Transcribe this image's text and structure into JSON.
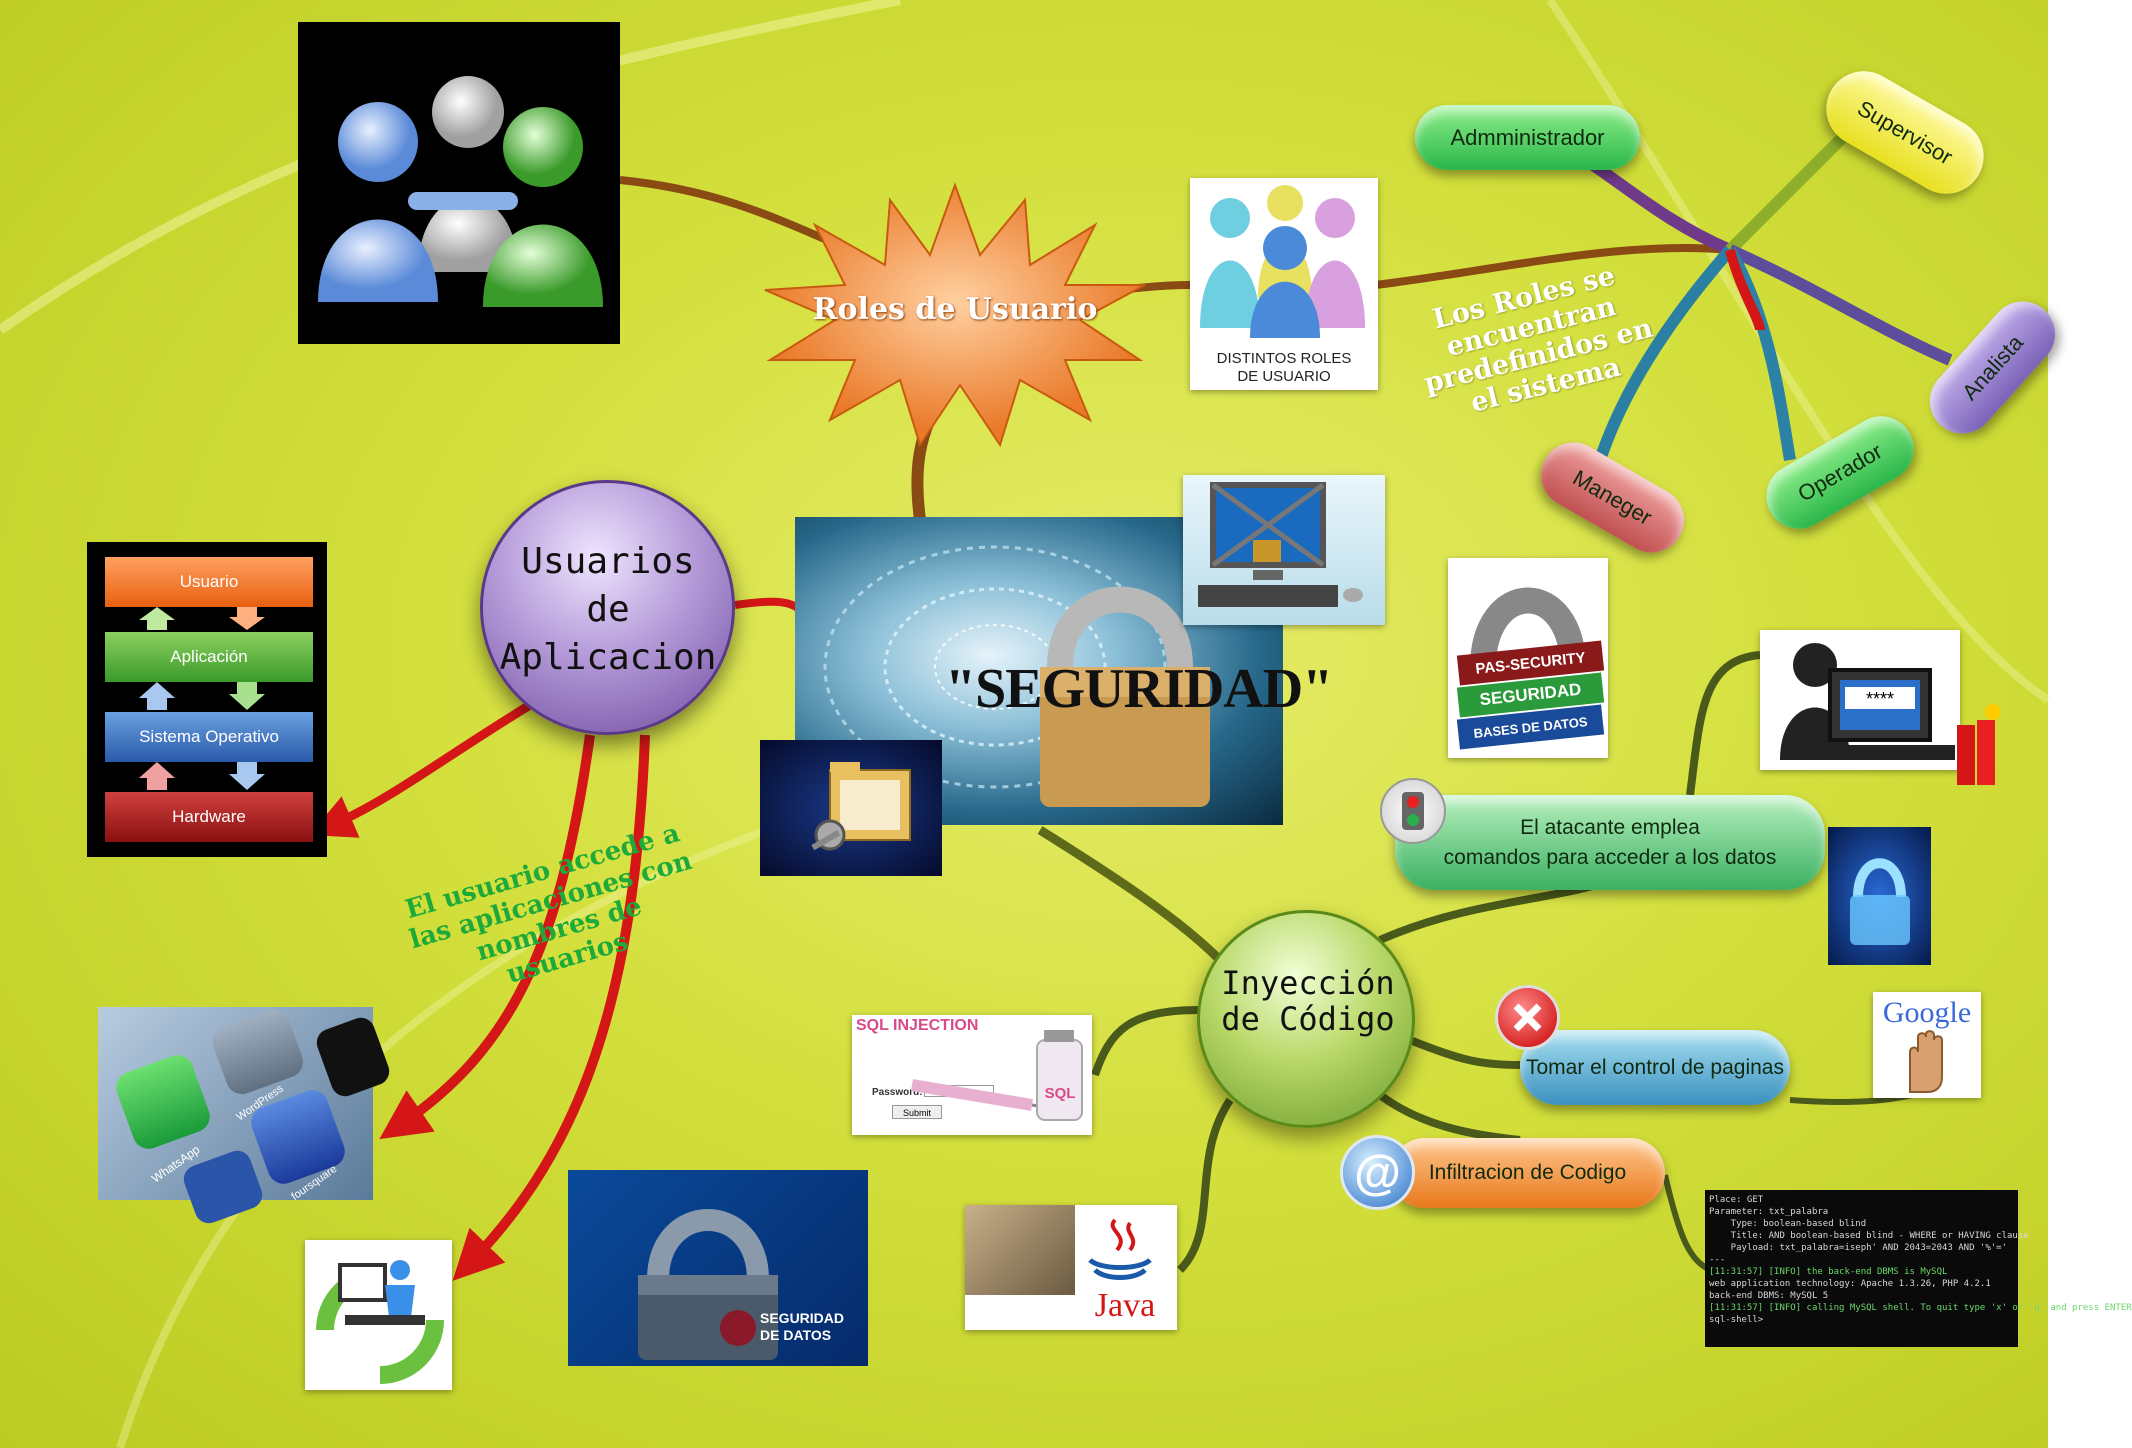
{
  "central": {
    "title": "\"SEGURIDAD\""
  },
  "roles": {
    "node": "Roles de Usuario",
    "image_caption": "DISTINTOS ROLES\nDE USUARIO",
    "note": "Los Roles se encuentran predefinidos en el sistema",
    "items": [
      "Admministrador",
      "Supervisor",
      "Analista",
      "Operador",
      "Maneger"
    ]
  },
  "usuarios": {
    "node": "Usuarios de Aplicacion",
    "layers": [
      "Usuario",
      "Aplicación",
      "Sistema Operativo",
      "Hardware"
    ],
    "note": "El usuario accede a las aplicaciones con nombres de usuarios",
    "apps": [
      "WhatsApp",
      "WordPress",
      "foursquare"
    ],
    "db_badge": "SEGURIDAD\nDE DATOS"
  },
  "inyeccion": {
    "node": "Inyección de Código",
    "branches": [
      "El atacante emplea\ncomandos para acceder a los datos",
      "Tomar el control de paginas",
      "Infiltracion de Codigo"
    ],
    "sql_image": {
      "title": "SQL INJECTION",
      "label": "Password:",
      "button": "Submit",
      "vial": "SQL"
    },
    "pas_security": [
      "PAS-SECURITY",
      "SEGURIDAD",
      "BASES DE DATOS"
    ],
    "password_mask": "****",
    "google": "Google",
    "java": "Java",
    "terminal": [
      "Place: GET",
      "Parameter: txt_palabra",
      "    Type: boolean-based blind",
      "    Title: AND boolean-based blind - WHERE or HAVING clause",
      "    Payload: txt_palabra=iseph' AND 2043=2043 AND '%'='",
      "---",
      "[11:31:57] [INFO] the back-end DBMS is MySQL",
      "web application technology: Apache 1.3.26, PHP 4.2.1",
      "back-end DBMS: MySQL 5",
      "[11:31:57] [INFO] calling MySQL shell. To quit type 'x' or 'q' and press ENTER",
      "sql-shell>"
    ]
  },
  "colors": {
    "background": "#d3df3c",
    "roles_burst": "#f08a3a",
    "usuarios_bubble": "#9b7fc4",
    "inyeccion_bubble": "#a9cd4f",
    "arrow_red": "#d41616"
  }
}
